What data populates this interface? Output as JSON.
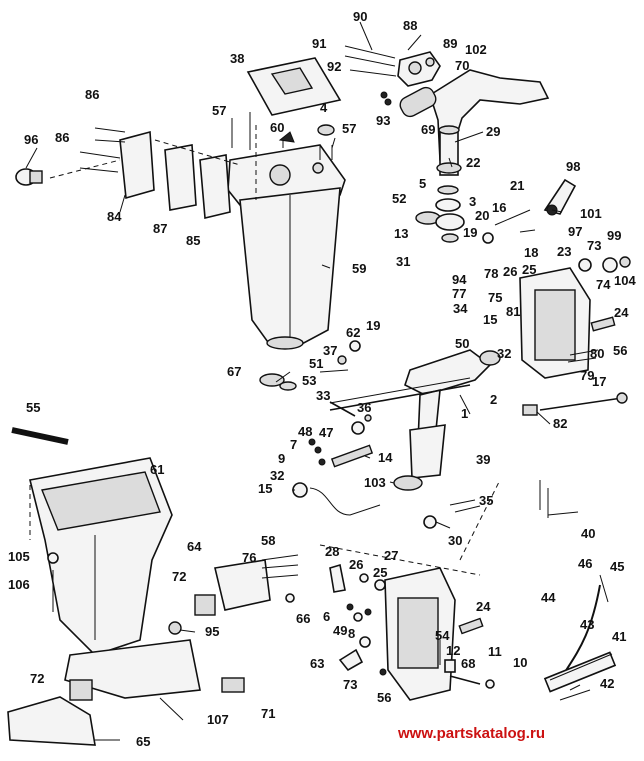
{
  "labels": [
    "90",
    "88",
    "91",
    "89",
    "102",
    "92",
    "70",
    "38",
    "57",
    "4",
    "93",
    "69",
    "29",
    "86",
    "60",
    "57",
    "96",
    "86",
    "22",
    "98",
    "5",
    "21",
    "52",
    "3",
    "16",
    "101",
    "84",
    "87",
    "85",
    "20",
    "13",
    "19",
    "18",
    "97",
    "99",
    "31",
    "23",
    "73",
    "104",
    "59",
    "94",
    "78",
    "26",
    "25",
    "74",
    "77",
    "75",
    "81",
    "34",
    "24",
    "15",
    "62",
    "19",
    "50",
    "80",
    "37",
    "56",
    "51",
    "32",
    "67",
    "53",
    "79",
    "17",
    "2",
    "33",
    "36",
    "1",
    "55",
    "48",
    "47",
    "82",
    "7",
    "14",
    "39",
    "9",
    "103",
    "32",
    "35",
    "61",
    "15",
    "30",
    "40",
    "28",
    "27",
    "58",
    "64",
    "26",
    "76",
    "105",
    "72",
    "25",
    "46",
    "45",
    "106",
    "66",
    "24",
    "6",
    "49",
    "44",
    "43",
    "8",
    "95",
    "41",
    "54",
    "12",
    "11",
    "63",
    "68",
    "10",
    "72",
    "73",
    "71",
    "42",
    "56",
    "107",
    "65"
  ],
  "watermark": "www.partskatalog.ru"
}
